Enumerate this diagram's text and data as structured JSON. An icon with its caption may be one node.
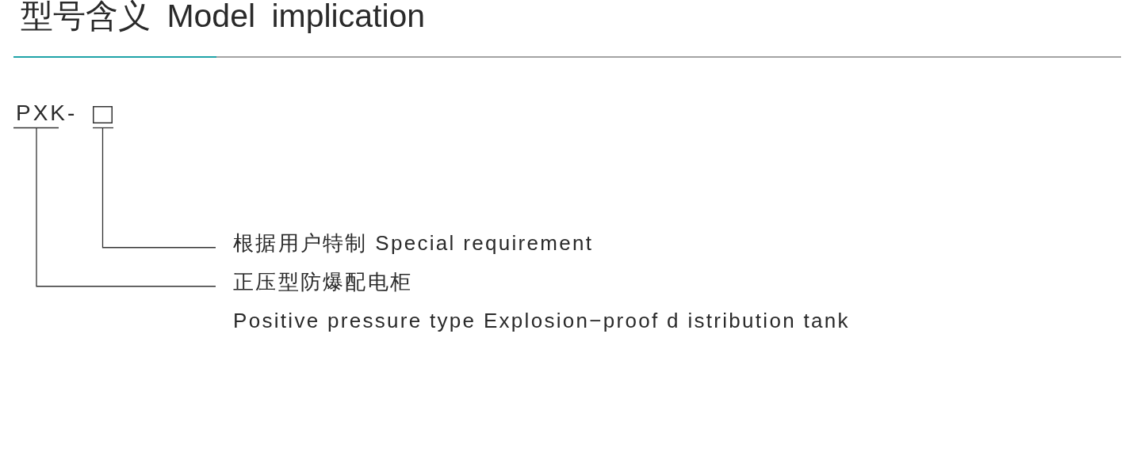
{
  "diagram": {
    "title": "型号含义 Model implication",
    "nodes": [
      {
        "text": [
          "PXK-"
        ]
      },
      {
        "text": [],
        "shape": "box"
      },
      {
        "text": [
          "根据用户特制 Special requirement"
        ]
      },
      {
        "text": [
          "正压型防爆配电柜",
          "Positive pressure type Explosion−proof d istribution tank"
        ]
      }
    ],
    "edges": [
      {
        "from": 1,
        "to": 2,
        "arrow": "none"
      },
      {
        "from": 0,
        "to": 3,
        "arrow": "none"
      }
    ]
  }
}
